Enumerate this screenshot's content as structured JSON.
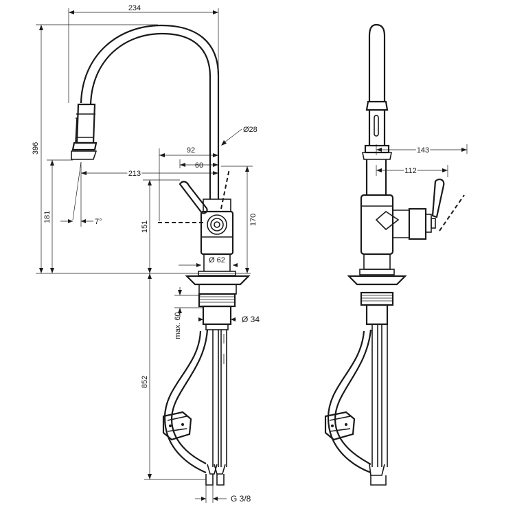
{
  "dimensions": {
    "width_234": "234",
    "height_396": "396",
    "spout_dia": "Ø28",
    "offset_92": "92",
    "offset_60": "60",
    "reach_213": "213",
    "height_181": "181",
    "angle_7": "7°",
    "height_151": "151",
    "height_170": "170",
    "base_dia": "Ø 62",
    "max_60": "max. 60",
    "hole_dia": "Ø  34",
    "length_852": "852",
    "thread": "G  3/8",
    "side_143": "143",
    "side_112": "112"
  }
}
